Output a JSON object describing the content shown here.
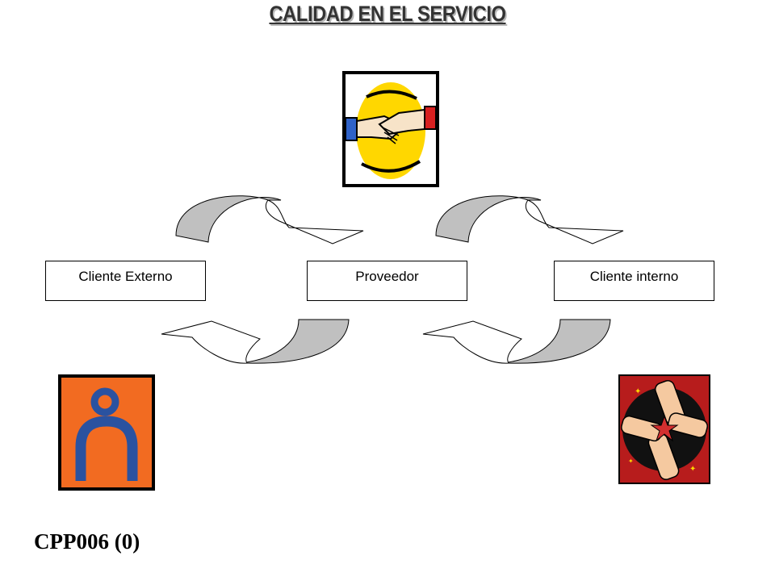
{
  "title": "CALIDAD EN EL SERVICIO",
  "nodes": [
    {
      "label": "Cliente Externo"
    },
    {
      "label": "Proveedor"
    },
    {
      "label": "Cliente interno"
    }
  ],
  "code": "CPP006 (0)",
  "icons": {
    "top": "handshake-icon",
    "left": "person-icon",
    "right": "teamwork-hands-icon",
    "arrows": "curved-cycle-arrow-icon"
  },
  "colors": {
    "arrow_fill": "#c0c0c0",
    "person_bg": "#f26b21",
    "person_figure": "#2a52a0",
    "handshake_yellow": "#ffd700",
    "teamwork_bg": "#b71c1c"
  }
}
